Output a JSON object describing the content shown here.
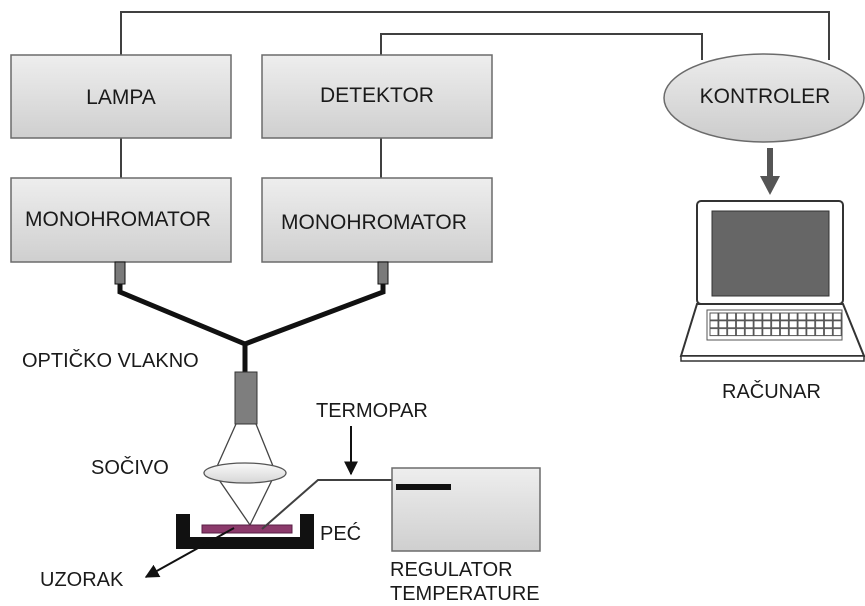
{
  "boxes": {
    "lampa": "LAMPA",
    "detektor": "DETEKTOR",
    "monohromator_left": "MONOHROMATOR",
    "monohromator_right": "MONOHROMATOR",
    "kontroler": "KONTROLER"
  },
  "labels": {
    "opticko_vlakno": "OPTIČKO  VLAKNO",
    "termopar": "TERMOPAR",
    "socivo": "SOČIVO",
    "pec": "PEĆ",
    "uzorak": "UZORAK",
    "regulator_line1": "REGULATOR",
    "regulator_line2": "TEMPERATURE",
    "racunar": "RAČUNAR"
  },
  "colors": {
    "box_fill_top": "#eeeeee",
    "box_fill_bottom": "#cfcfcf",
    "sample": "#8b3a6b",
    "screen": "#666666"
  }
}
